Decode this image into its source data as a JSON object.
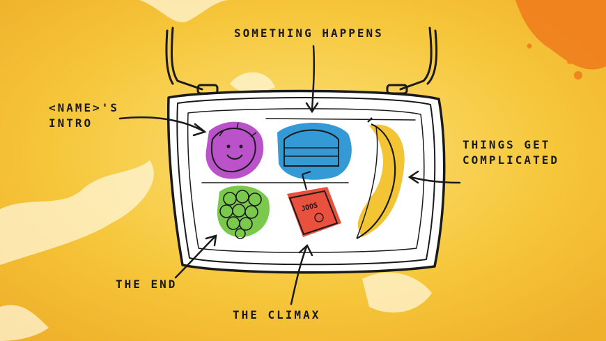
{
  "labels": {
    "something_happens": "SOMETHING HAPPENS",
    "intro_line1": "<NAME>'s",
    "intro_line2": "INTRO",
    "complicated_line1": "THINGS GET",
    "complicated_line2": "COMPLICATED",
    "the_end": "THE END",
    "the_climax": "THE CLIMAX"
  },
  "juice_box_text": "JOOS",
  "colors": {
    "background": "#f6c63a",
    "berry": "#b23fc4",
    "sandwich": "#1d8fd0",
    "banana": "#f2c22a",
    "grapes": "#6bc33a",
    "juice": "#e8412e",
    "splatter": "#f07e1c"
  }
}
